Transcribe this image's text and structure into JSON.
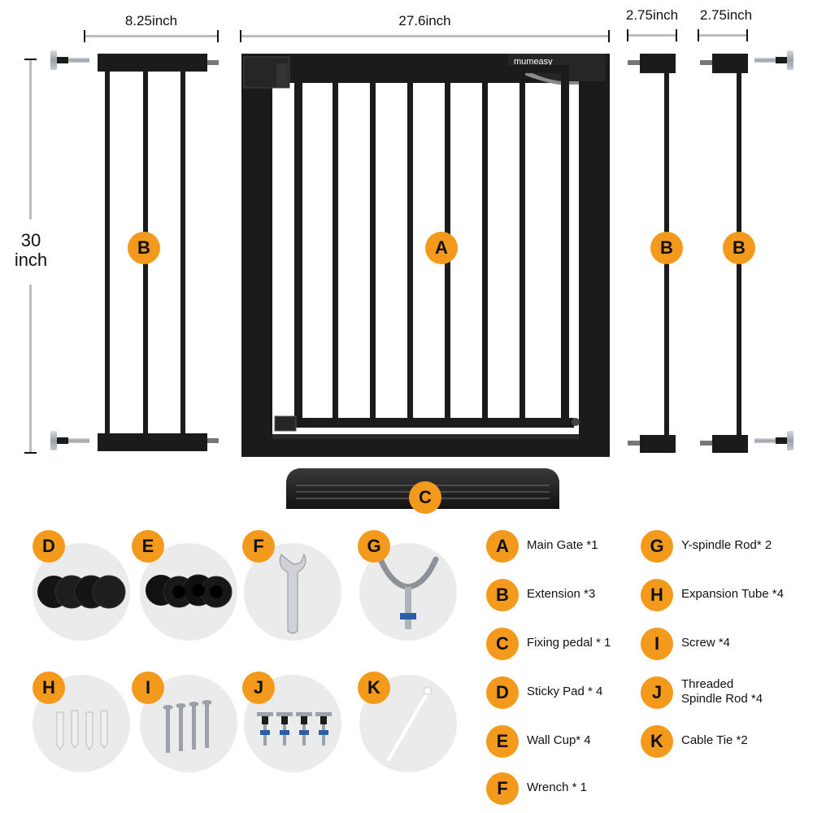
{
  "accent": "#f39a1c",
  "frame_color": "#1b1b1b",
  "dimensions": {
    "height_value": "30",
    "height_unit": "inch",
    "extension_left_width": "8.25inch",
    "main_gate_width": "27.6inch",
    "extension_small_1_width": "2.75inch",
    "extension_small_2_width": "2.75inch"
  },
  "brand_label": "mumeasy",
  "diagram_labels": {
    "extension_left": "B",
    "main_gate": "A",
    "extension_small_1": "B",
    "extension_small_2": "B",
    "pedal": "C"
  },
  "parts": [
    {
      "letter": "D",
      "icon": "sticky-pads-icon"
    },
    {
      "letter": "E",
      "icon": "wall-cups-icon"
    },
    {
      "letter": "F",
      "icon": "wrench-icon"
    },
    {
      "letter": "G",
      "icon": "y-spindle-rod-icon"
    },
    {
      "letter": "H",
      "icon": "expansion-tubes-icon"
    },
    {
      "letter": "I",
      "icon": "screws-icon"
    },
    {
      "letter": "J",
      "icon": "threaded-rods-icon"
    },
    {
      "letter": "K",
      "icon": "cable-tie-icon"
    }
  ],
  "legend": [
    {
      "letter": "A",
      "text": "Main Gate *1"
    },
    {
      "letter": "B",
      "text": "Extension *3"
    },
    {
      "letter": "C",
      "text": "Fixing pedal * 1"
    },
    {
      "letter": "D",
      "text": "Sticky Pad * 4"
    },
    {
      "letter": "E",
      "text": "Wall Cup* 4"
    },
    {
      "letter": "F",
      "text": "Wrench * 1"
    },
    {
      "letter": "G",
      "text": "Y-spindle Rod* 2"
    },
    {
      "letter": "H",
      "text": "Expansion Tube *4"
    },
    {
      "letter": "I",
      "text": "Screw *4"
    },
    {
      "letter": "J",
      "text": "Threaded\nSpindle Rod *4"
    },
    {
      "letter": "K",
      "text": "Cable Tie *2"
    }
  ]
}
